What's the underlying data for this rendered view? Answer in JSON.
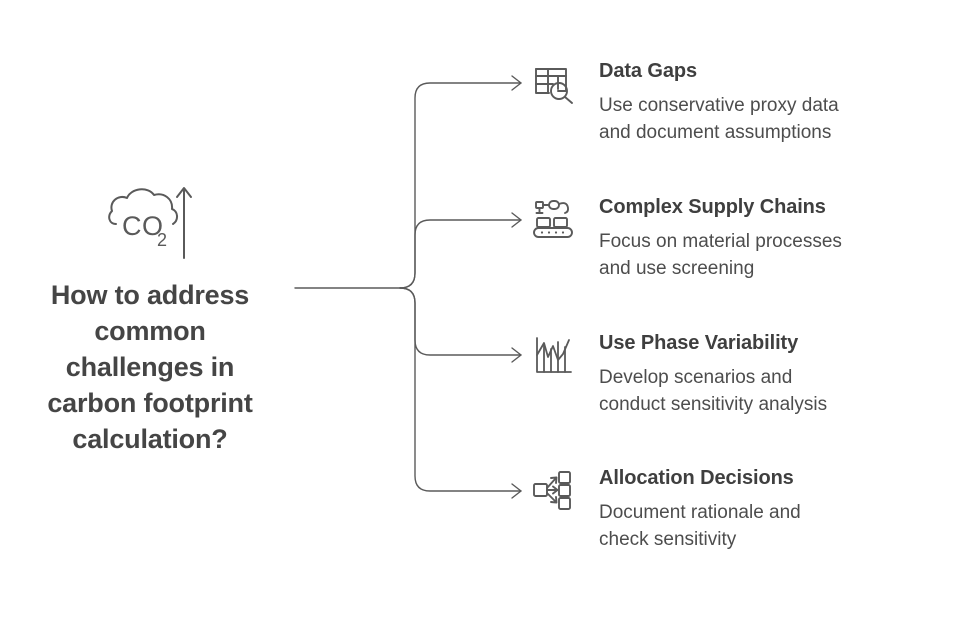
{
  "diagram": {
    "type": "mind-map",
    "root": {
      "icon": "co2-cloud-arrow-icon",
      "title": "How to address\ncommon\nchallenges in\ncarbon footprint\ncalculation?",
      "icon_label": "CO",
      "icon_subscript": "2"
    },
    "colors": {
      "background": "#ffffff",
      "heading_text": "#3f3f3f",
      "body_text": "#4d4d4d",
      "root_text": "#454545",
      "connector": "#5a5a5a",
      "icon_stroke": "#5a5a5a"
    },
    "branches": [
      {
        "icon": "table-search-icon",
        "heading": "Data Gaps",
        "description": "Use conservative proxy data\nand document assumptions"
      },
      {
        "icon": "conveyor-robot-arm-icon",
        "heading": "Complex Supply Chains",
        "description": "Focus on material processes\nand use screening"
      },
      {
        "icon": "volatile-line-chart-icon",
        "heading": "Use Phase Variability",
        "description": "Develop scenarios and\nconduct sensitivity analysis"
      },
      {
        "icon": "allocation-split-icon",
        "heading": "Allocation Decisions",
        "description": "Document rationale and\ncheck sensitivity"
      }
    ]
  }
}
